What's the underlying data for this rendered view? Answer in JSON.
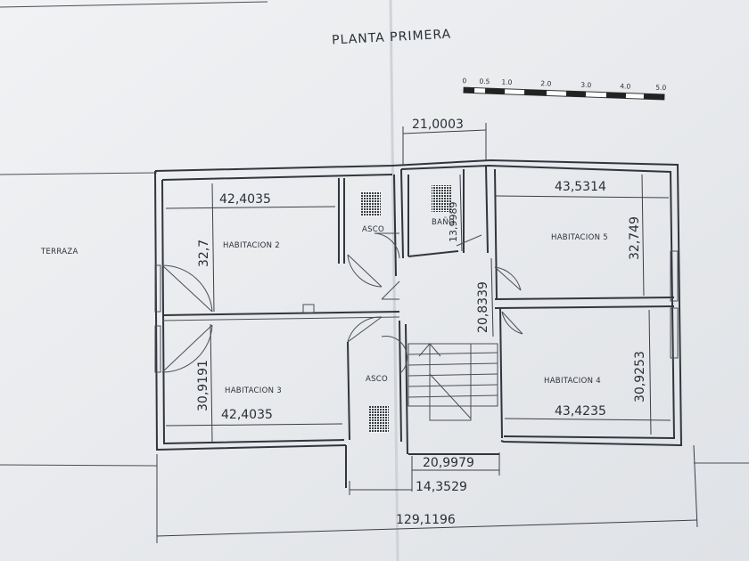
{
  "plan": {
    "title": "PLANTA PRIMERA",
    "scale_ticks": [
      "0",
      "0.5",
      "1.0",
      "2.0",
      "3.0",
      "4.0",
      "5.0"
    ]
  },
  "rooms": {
    "terraza": "TERRAZA",
    "hab2": "HABITACION 2",
    "hab3": "HABITACION 3",
    "hab4": "HABITACION 4",
    "hab5": "HABITACION 5",
    "asc_top": "ASCO",
    "asc_bottom": "ASCO",
    "bano": "BAÑO"
  },
  "dimensions": {
    "top_width": "21,0003",
    "hab2_width": "42,4035",
    "hab2_height": "32,7",
    "hab3_height": "30,9191",
    "hab3_width": "42,4035",
    "hab5_width": "43,5314",
    "hab5_height": "32,749",
    "bano_height": "13,9989",
    "corridor": "20,8339",
    "hab4_height": "30,9253",
    "hab4_width": "43,4235",
    "stair_width": "20,9979",
    "asc_width": "14,3529",
    "total_width": "129,1196"
  }
}
